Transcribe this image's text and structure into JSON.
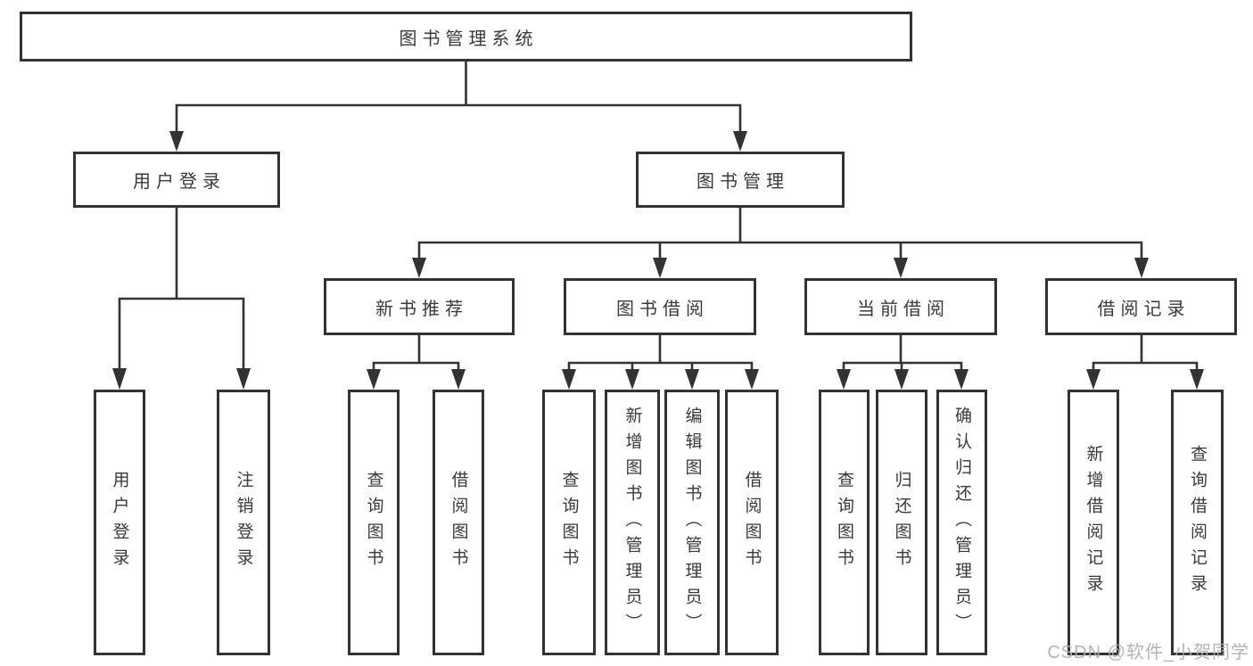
{
  "diagram": {
    "title": "图书管理系统",
    "root": {
      "label": "图书管理系统"
    },
    "level2": [
      {
        "label": "用户登录"
      },
      {
        "label": "图书管理"
      }
    ],
    "level3": [
      {
        "label": "新书推荐",
        "parent": "图书管理"
      },
      {
        "label": "图书借阅",
        "parent": "图书管理"
      },
      {
        "label": "当前借阅",
        "parent": "图书管理"
      },
      {
        "label": "借阅记录",
        "parent": "图书管理"
      }
    ],
    "leaves": [
      {
        "label": "用户登录",
        "parent": "用户登录"
      },
      {
        "label": "注销登录",
        "parent": "用户登录"
      },
      {
        "label": "查询图书",
        "parent": "新书推荐"
      },
      {
        "label": "借阅图书",
        "parent": "新书推荐"
      },
      {
        "label": "查询图书",
        "parent": "图书借阅"
      },
      {
        "label": "新增图书（管理员）",
        "parent": "图书借阅"
      },
      {
        "label": "编辑图书（管理员）",
        "parent": "图书借阅"
      },
      {
        "label": "借阅图书",
        "parent": "图书借阅"
      },
      {
        "label": "查询图书",
        "parent": "当前借阅"
      },
      {
        "label": "归还图书",
        "parent": "当前借阅"
      },
      {
        "label": "确认归还（管理员）",
        "parent": "当前借阅"
      },
      {
        "label": "新增借阅记录",
        "parent": "借阅记录"
      },
      {
        "label": "查询借阅记录",
        "parent": "借阅记录"
      }
    ]
  },
  "watermark": {
    "text": "CSDN @软件_小贺同学"
  },
  "colors": {
    "line": "#333333",
    "box_border": "#333333",
    "text": "#3a3a3a",
    "watermark": "#acacac",
    "background": "#ffffff"
  }
}
